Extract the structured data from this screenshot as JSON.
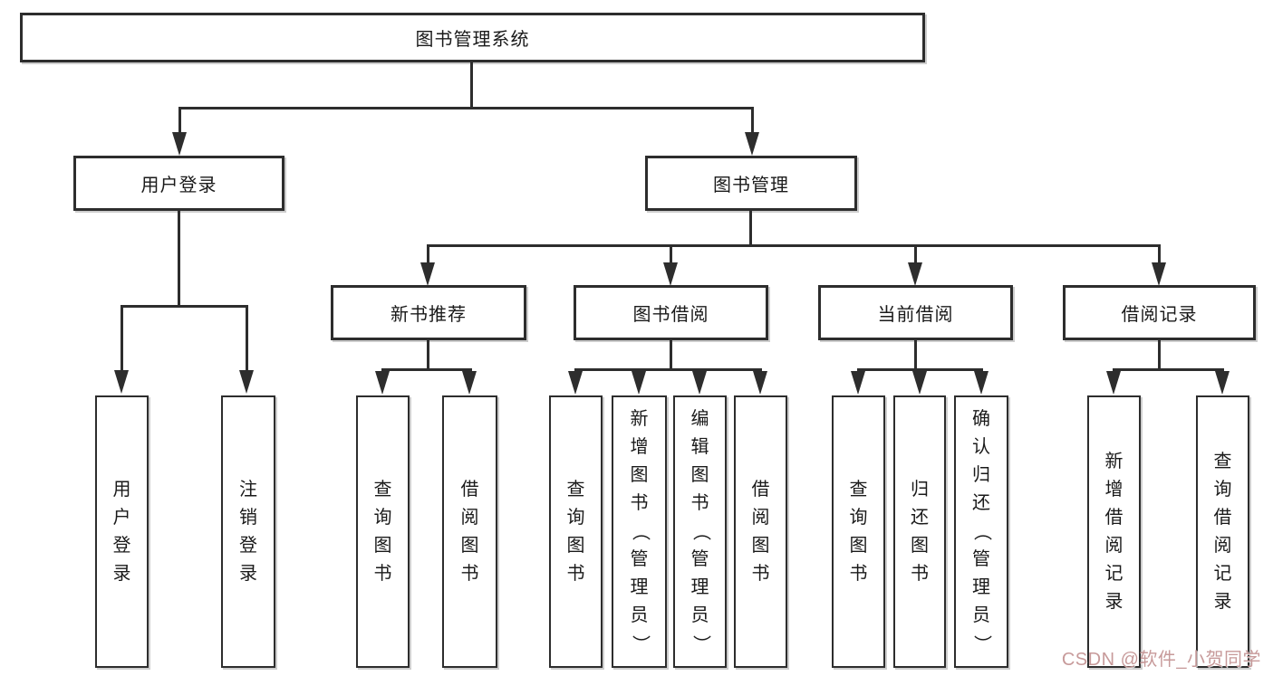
{
  "diagram": {
    "root": {
      "label": "图书管理系统"
    },
    "branches": [
      {
        "label": "用户登录",
        "children": [
          "用户登录",
          "注销登录"
        ]
      },
      {
        "label": "图书管理",
        "children": [
          {
            "label": "新书推荐",
            "children": [
              "查询图书",
              "借阅图书"
            ]
          },
          {
            "label": "图书借阅",
            "children": [
              "查询图书",
              "新增图书（管理员）",
              "编辑图书（管理员）",
              "借阅图书"
            ]
          },
          {
            "label": "当前借阅",
            "children": [
              "查询图书",
              "归还图书",
              "确认归还（管理员）"
            ]
          },
          {
            "label": "借阅记录",
            "children": [
              "新增借阅记录",
              "查询借阅记录"
            ]
          }
        ]
      }
    ],
    "watermark": "CSDN @软件_小贺同学",
    "colors": {
      "line": "#2d2d2d",
      "box_border": "#2d2d2d",
      "text": "#1a1a1a",
      "watermark": "#c59595",
      "background": "#ffffff"
    }
  }
}
